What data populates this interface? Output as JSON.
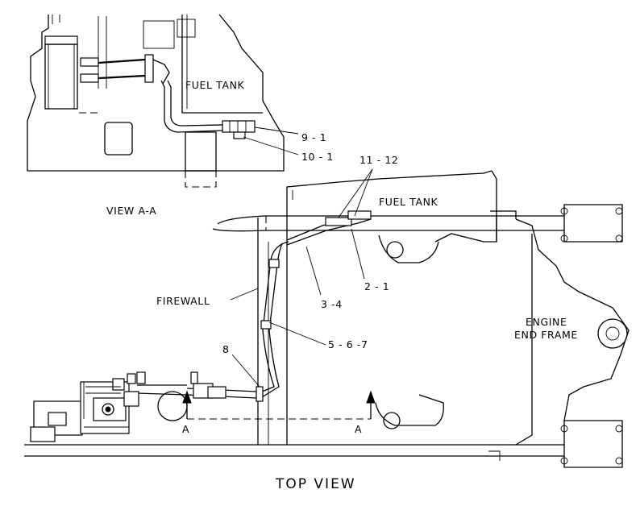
{
  "view_aa": {
    "title": "VIEW A-A",
    "fuel_tank": "FUEL TANK",
    "callouts": [
      "9 - 1",
      "10 - 1"
    ]
  },
  "top_view": {
    "title": "TOP VIEW",
    "fuel_tank": "FUEL TANK",
    "firewall": "FIREWALL",
    "engine_end_frame": [
      "ENGINE",
      "END FRAME"
    ],
    "section_markers": [
      "A",
      "A"
    ],
    "callouts": [
      "11 - 12",
      "2 - 1",
      "3 -4",
      "5 - 6 -7",
      "8"
    ]
  }
}
